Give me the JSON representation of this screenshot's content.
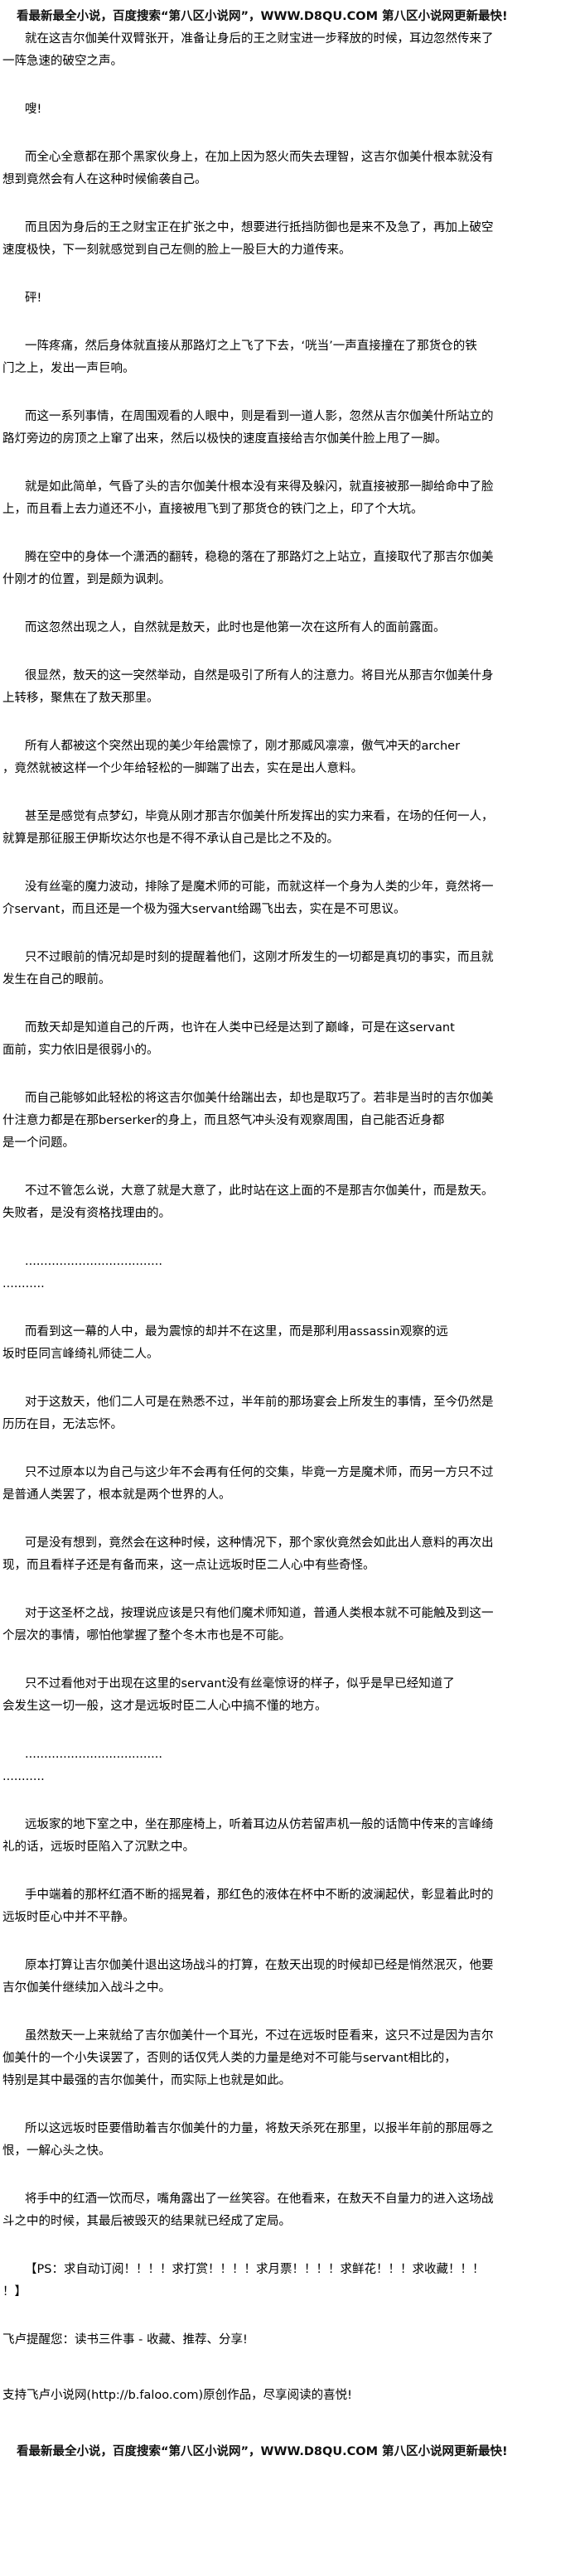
{
  "banner": "看最新最全小说，百度搜索“第八区小说网”，WWW.D8QU.COM 第八区小说网更新最快!",
  "paragraphs": [
    [
      "就在这吉尔伽美什双臂张开，准备让身后的王之财宝进一步释放的时候，耳边忽然传来了",
      "一阵急速的破空之声。"
    ],
    [
      "嗖!"
    ],
    [
      "而全心全意都在那个黑家伙身上，在加上因为怒火而失去理智，这吉尔伽美什根本就没有",
      "想到竟然会有人在这种时候偷袭自己。"
    ],
    [
      "而且因为身后的王之财宝正在扩张之中，想要进行抵挡防御也是来不及急了，再加上破空",
      "速度极快，下一刻就感觉到自己左侧的脸上一股巨大的力道传来。"
    ],
    [
      "砰!"
    ],
    [
      "一阵疼痛，然后身体就直接从那路灯之上飞了下去，‘咣当’一声直接撞在了那货仓的铁",
      "门之上，发出一声巨响。"
    ],
    [
      "而这一系列事情，在周围观看的人眼中，则是看到一道人影，忽然从吉尔伽美什所站立的",
      "路灯旁边的房顶之上窜了出来，然后以极快的速度直接给吉尔伽美什脸上甩了一脚。"
    ],
    [
      "就是如此简单，气昏了头的吉尔伽美什根本没有来得及躲闪，就直接被那一脚给命中了脸",
      "上，而且看上去力道还不小，直接被甩飞到了那货仓的铁门之上，印了个大坑。"
    ],
    [
      "腾在空中的身体一个潇洒的翻转，稳稳的落在了那路灯之上站立，直接取代了那吉尔伽美",
      "什刚才的位置，到是颇为讽刺。"
    ],
    [
      "而这忽然出现之人，自然就是敖天，此时也是他第一次在这所有人的面前露面。"
    ],
    [
      "很显然，敖天的这一突然举动，自然是吸引了所有人的注意力。将目光从那吉尔伽美什身",
      "上转移，聚焦在了敖天那里。"
    ],
    [
      "所有人都被这个突然出现的美少年给震惊了，刚才那威风凛凛，傲气冲天的archer",
      "，竟然就被这样一个少年给轻松的一脚踹了出去，实在是出人意料。"
    ],
    [
      "甚至是感觉有点梦幻，毕竟从刚才那吉尔伽美什所发挥出的实力来看，在场的任何一人，",
      "就算是那征服王伊斯坎达尔也是不得不承认自己是比之不及的。"
    ],
    [
      "没有丝毫的魔力波动，排除了是魔术师的可能，而就这样一个身为人类的少年，竟然将一",
      "介servant，而且还是一个极为强大servant给踢飞出去，实在是不可思议。"
    ],
    [
      "只不过眼前的情况却是时刻的提醒着他们，这刚才所发生的一切都是真切的事实，而且就",
      "发生在自己的眼前。"
    ],
    [
      "而敖天却是知道自己的斤两，也许在人类中已经是达到了巅峰，可是在这servant",
      "面前，实力依旧是很弱小的。"
    ],
    [
      "而自己能够如此轻松的将这吉尔伽美什给踹出去，却也是取巧了。若非是当时的吉尔伽美",
      "什注意力都是在那berserker的身上，而且怒气冲头没有观察周围，自己能否近身都",
      "是一个问题。"
    ],
    [
      "不过不管怎么说，大意了就是大意了，此时站在这上面的不是那吉尔伽美什，而是敖天。",
      "失败者，是没有资格找理由的。"
    ],
    [
      "....................................",
      "..........."
    ],
    [
      "而看到这一幕的人中，最为震惊的却并不在这里，而是那利用assassin观察的远",
      "坂时臣同言峰绮礼师徒二人。"
    ],
    [
      "对于这敖天，他们二人可是在熟悉不过，半年前的那场宴会上所发生的事情，至今仍然是",
      "历历在目，无法忘怀。"
    ],
    [
      "只不过原本以为自己与这少年不会再有任何的交集，毕竟一方是魔术师，而另一方只不过",
      "是普通人类罢了，根本就是两个世界的人。"
    ],
    [
      "可是没有想到，竟然会在这种时候，这种情况下，那个家伙竟然会如此出人意料的再次出",
      "现，而且看样子还是有备而来，这一点让远坂时臣二人心中有些奇怪。"
    ],
    [
      "对于这圣杯之战，按理说应该是只有他们魔术师知道，普通人类根本就不可能触及到这一",
      "个层次的事情，哪怕他掌握了整个冬木市也是不可能。"
    ],
    [
      "只不过看他对于出现在这里的servant没有丝毫惊讶的样子，似乎是早已经知道了",
      "会发生这一切一般，这才是远坂时臣二人心中搞不懂的地方。"
    ],
    [
      "....................................",
      "..........."
    ],
    [
      "远坂家的地下室之中，坐在那座椅上，听着耳边从仿若留声机一般的话筒中传来的言峰绮",
      "礼的话，远坂时臣陷入了沉默之中。"
    ],
    [
      "手中端着的那杯红酒不断的摇晃着，那红色的液体在杯中不断的波澜起伏，彰显着此时的",
      "远坂时臣心中并不平静。"
    ],
    [
      "原本打算让吉尔伽美什退出这场战斗的打算，在敖天出现的时候却已经是悄然泯灭，他要",
      "吉尔伽美什继续加入战斗之中。"
    ],
    [
      "虽然敖天一上来就给了吉尔伽美什一个耳光，不过在远坂时臣看来，这只不过是因为吉尔",
      "伽美什的一个小失误罢了，否则的话仅凭人类的力量是绝对不可能与servant相比的，",
      "特别是其中最强的吉尔伽美什，而实际上也就是如此。"
    ],
    [
      "所以这远坂时臣要借助着吉尔伽美什的力量，将敖天杀死在那里，以报半年前的那屈辱之",
      "恨，一解心头之快。"
    ],
    [
      "将手中的红酒一饮而尽，嘴角露出了一丝笑容。在他看来，在敖天不自量力的进入这场战",
      "斗之中的时候，其最后被毁灭的结果就已经成了定局。"
    ],
    [
      "【PS：求自动订阅！！！！求打赏！！！！求月票！！！！求鲜花！！！求收藏！！！",
      "！】"
    ]
  ],
  "footer": {
    "reminder": "飞卢提醒您：读书三件事 - 收藏、推荐、分享!",
    "support": "支持飞卢小说网(http://b.faloo.com)原创作品，尽享阅读的喜悦!"
  }
}
